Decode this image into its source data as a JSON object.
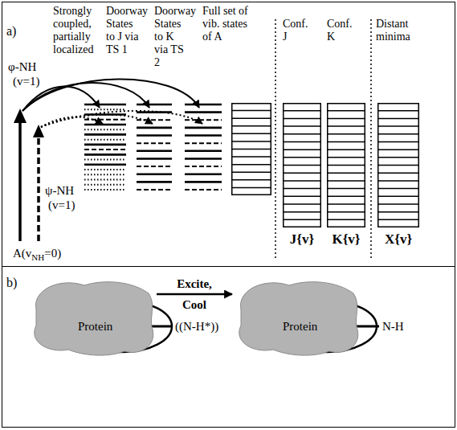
{
  "diagram": {
    "nodes": [
      {
        "text": [
          "a)"
        ]
      },
      {
        "text": [
          "Strongly coupled, partially localized"
        ],
        "in": 0
      },
      {
        "text": [
          "Doorway States to J via TS 1"
        ],
        "in": 0
      },
      {
        "text": [
          "Doorway States to K via TS 2"
        ],
        "in": 0
      },
      {
        "text": [
          "Full set of vib. states of A"
        ],
        "in": 0
      },
      {
        "text": [
          "Conf. J",
          "J{v}"
        ],
        "in": 0
      },
      {
        "text": [
          "Conf. K",
          "K{v}"
        ],
        "in": 0
      },
      {
        "text": [
          "Distant minima",
          "X{v}"
        ],
        "in": 0
      },
      {
        "text": [
          "b)"
        ]
      },
      {
        "text": [
          "Protein"
        ],
        "in": 8
      },
      {
        "text": [
          "Protein"
        ],
        "in": 8
      }
    ],
    "edges": [
      {
        "from": 9,
        "to": 10,
        "arrow": "to",
        "label": "Excite, Cool"
      }
    ],
    "labels": [
      "φ-NH",
      "(v=1)",
      "ψ-NH",
      "(v=1)",
      "A(v",
      "NH",
      "=0)",
      "((N-H*))",
      "N-H"
    ]
  }
}
